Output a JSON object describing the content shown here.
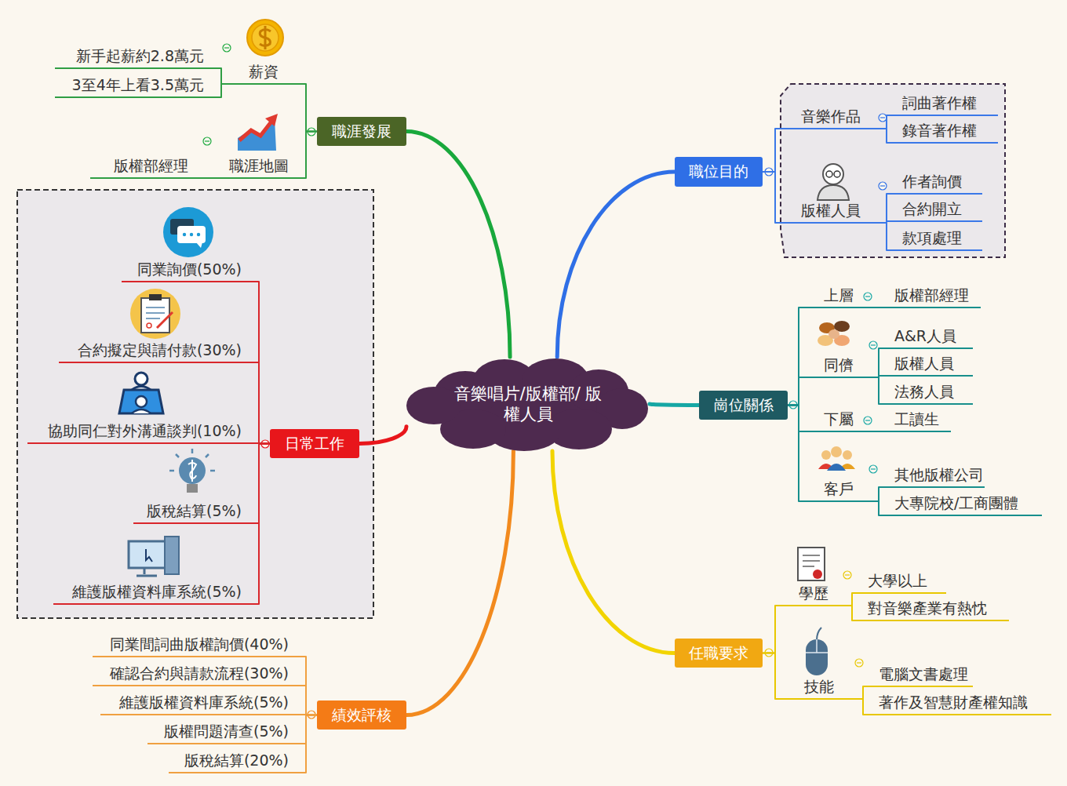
{
  "diagram": {
    "nodes": [
      {
        "text": [
          "音樂唱片/版權部/ 版權人員"
        ]
      },
      {
        "text": [
          "職涯發展"
        ]
      },
      {
        "text": [
          "薪資"
        ]
      },
      {
        "text": [
          "新手起薪約2.8萬元"
        ]
      },
      {
        "text": [
          "3至4年上看3.5萬元"
        ]
      },
      {
        "text": [
          "職涯地圖"
        ]
      },
      {
        "text": [
          "版權部經理"
        ]
      },
      {
        "text": [
          "日常工作"
        ]
      },
      {
        "text": [
          "同業詢價(50%)"
        ]
      },
      {
        "text": [
          "合約擬定與請付款(30%)"
        ]
      },
      {
        "text": [
          "協助同仁對外溝通談判(10%)"
        ]
      },
      {
        "text": [
          "版稅結算(5%)"
        ]
      },
      {
        "text": [
          "維護版權資料庫系統(5%)"
        ]
      },
      {
        "text": [
          "績效評核"
        ]
      },
      {
        "text": [
          "同業間詞曲版權詢價(40%)"
        ]
      },
      {
        "text": [
          "確認合約與請款流程(30%)"
        ]
      },
      {
        "text": [
          "維護版權資料庫系統(5%)"
        ]
      },
      {
        "text": [
          "版權問題清查(5%)"
        ]
      },
      {
        "text": [
          "版稅結算(20%)"
        ]
      },
      {
        "text": [
          "職位目的"
        ]
      },
      {
        "text": [
          "音樂作品"
        ]
      },
      {
        "text": [
          "詞曲著作權"
        ]
      },
      {
        "text": [
          "錄音著作權"
        ]
      },
      {
        "text": [
          "版權人員"
        ]
      },
      {
        "text": [
          "作者詢價"
        ]
      },
      {
        "text": [
          "合約開立"
        ]
      },
      {
        "text": [
          "款項處理"
        ]
      },
      {
        "text": [
          "崗位關係"
        ]
      },
      {
        "text": [
          "上層"
        ]
      },
      {
        "text": [
          "版權部經理"
        ]
      },
      {
        "text": [
          "同儕"
        ]
      },
      {
        "text": [
          "A&R人員"
        ]
      },
      {
        "text": [
          "版權人員"
        ]
      },
      {
        "text": [
          "法務人員"
        ]
      },
      {
        "text": [
          "下屬"
        ]
      },
      {
        "text": [
          "工讀生"
        ]
      },
      {
        "text": [
          "客戶"
        ]
      },
      {
        "text": [
          "其他版權公司"
        ]
      },
      {
        "text": [
          "大專院校/工商團體"
        ]
      },
      {
        "text": [
          "任職要求"
        ]
      },
      {
        "text": [
          "學歷"
        ]
      },
      {
        "text": [
          "大學以上"
        ]
      },
      {
        "text": [
          "對音樂產業有熱忱"
        ]
      },
      {
        "text": [
          "技能"
        ]
      },
      {
        "text": [
          "電腦文書處理"
        ]
      },
      {
        "text": [
          "著作及智慧財產權知識"
        ]
      }
    ],
    "edges": [
      {
        "from": 0,
        "to": 1,
        "arrow": "none"
      },
      {
        "from": 0,
        "to": 7,
        "arrow": "none"
      },
      {
        "from": 0,
        "to": 13,
        "arrow": "none"
      },
      {
        "from": 0,
        "to": 19,
        "arrow": "none"
      },
      {
        "from": 0,
        "to": 27,
        "arrow": "none"
      },
      {
        "from": 0,
        "to": 39,
        "arrow": "none"
      },
      {
        "from": 1,
        "to": 2,
        "arrow": "none"
      },
      {
        "from": 2,
        "to": 3,
        "arrow": "none"
      },
      {
        "from": 2,
        "to": 4,
        "arrow": "none"
      },
      {
        "from": 1,
        "to": 5,
        "arrow": "none"
      },
      {
        "from": 5,
        "to": 6,
        "arrow": "none"
      },
      {
        "from": 7,
        "to": 8,
        "arrow": "none"
      },
      {
        "from": 7,
        "to": 9,
        "arrow": "none"
      },
      {
        "from": 7,
        "to": 10,
        "arrow": "none"
      },
      {
        "from": 7,
        "to": 11,
        "arrow": "none"
      },
      {
        "from": 7,
        "to": 12,
        "arrow": "none"
      },
      {
        "from": 13,
        "to": 14,
        "arrow": "none"
      },
      {
        "from": 13,
        "to": 15,
        "arrow": "none"
      },
      {
        "from": 13,
        "to": 16,
        "arrow": "none"
      },
      {
        "from": 13,
        "to": 17,
        "arrow": "none"
      },
      {
        "from": 13,
        "to": 18,
        "arrow": "none"
      },
      {
        "from": 19,
        "to": 20,
        "arrow": "none"
      },
      {
        "from": 20,
        "to": 21,
        "arrow": "none"
      },
      {
        "from": 20,
        "to": 22,
        "arrow": "none"
      },
      {
        "from": 19,
        "to": 23,
        "arrow": "none"
      },
      {
        "from": 23,
        "to": 24,
        "arrow": "none"
      },
      {
        "from": 23,
        "to": 25,
        "arrow": "none"
      },
      {
        "from": 23,
        "to": 26,
        "arrow": "none"
      },
      {
        "from": 27,
        "to": 28,
        "arrow": "none"
      },
      {
        "from": 28,
        "to": 29,
        "arrow": "none"
      },
      {
        "from": 27,
        "to": 30,
        "arrow": "none"
      },
      {
        "from": 30,
        "to": 31,
        "arrow": "none"
      },
      {
        "from": 30,
        "to": 32,
        "arrow": "none"
      },
      {
        "from": 30,
        "to": 33,
        "arrow": "none"
      },
      {
        "from": 27,
        "to": 34,
        "arrow": "none"
      },
      {
        "from": 34,
        "to": 35,
        "arrow": "none"
      },
      {
        "from": 27,
        "to": 36,
        "arrow": "none"
      },
      {
        "from": 36,
        "to": 37,
        "arrow": "none"
      },
      {
        "from": 36,
        "to": 38,
        "arrow": "none"
      },
      {
        "from": 39,
        "to": 40,
        "arrow": "none"
      },
      {
        "from": 40,
        "to": 41,
        "arrow": "none"
      },
      {
        "from": 40,
        "to": 42,
        "arrow": "none"
      },
      {
        "from": 39,
        "to": 43,
        "arrow": "none"
      },
      {
        "from": 43,
        "to": 44,
        "arrow": "none"
      },
      {
        "from": 43,
        "to": 45,
        "arrow": "none"
      }
    ]
  }
}
